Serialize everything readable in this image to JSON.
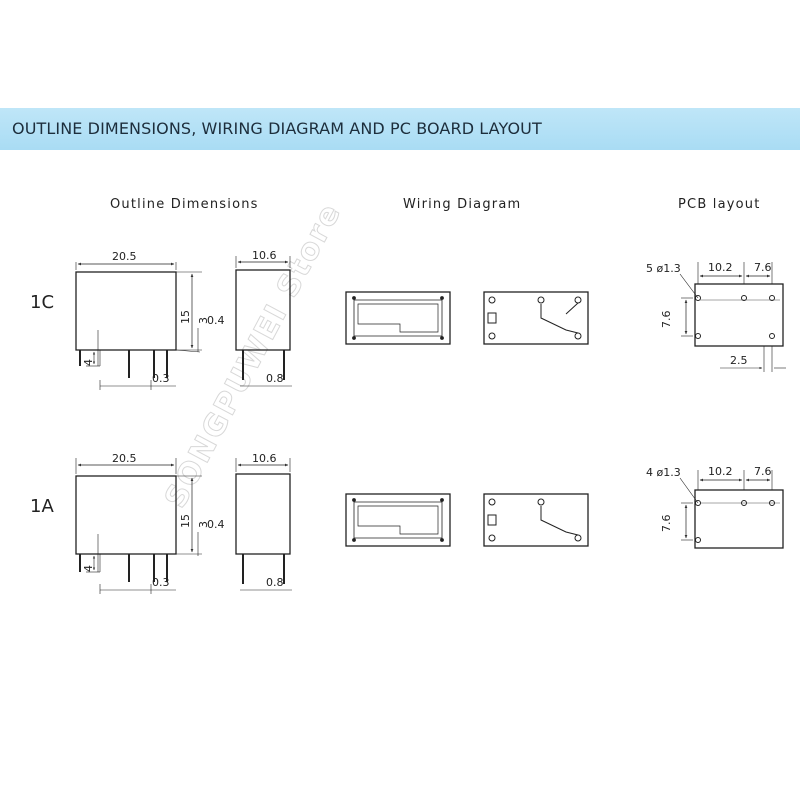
{
  "banner": {
    "title": "OUTLINE DIMENSIONS, WIRING DIAGRAM AND PC BOARD LAYOUT"
  },
  "columns": {
    "outline": "Outline Dimensions",
    "wiring": "Wiring Diagram",
    "pcb": "PCB layout"
  },
  "watermark": "SONGPUWEI Store",
  "rows": [
    {
      "label": "1C",
      "outline": {
        "width": "20.5",
        "height": "15",
        "pin_offset": "3",
        "pin_thick": "0.4",
        "pin_len": "4",
        "pin_spacing": "0.3"
      },
      "side": {
        "depth": "10.6",
        "pin_width": "0.8"
      },
      "pcb": {
        "holes": "5 ø1.3",
        "spacing_a": "10.2",
        "spacing_b": "7.6",
        "vertical": "7.6",
        "bottom": "2.5"
      }
    },
    {
      "label": "1A",
      "outline": {
        "width": "20.5",
        "height": "15",
        "pin_offset": "3",
        "pin_thick": "0.4",
        "pin_len": "4",
        "pin_spacing": "0.3"
      },
      "side": {
        "depth": "10.6",
        "pin_width": "0.8"
      },
      "pcb": {
        "holes": "4 ø1.3",
        "spacing_a": "10.2",
        "spacing_b": "7.6",
        "vertical": "7.6"
      }
    }
  ]
}
